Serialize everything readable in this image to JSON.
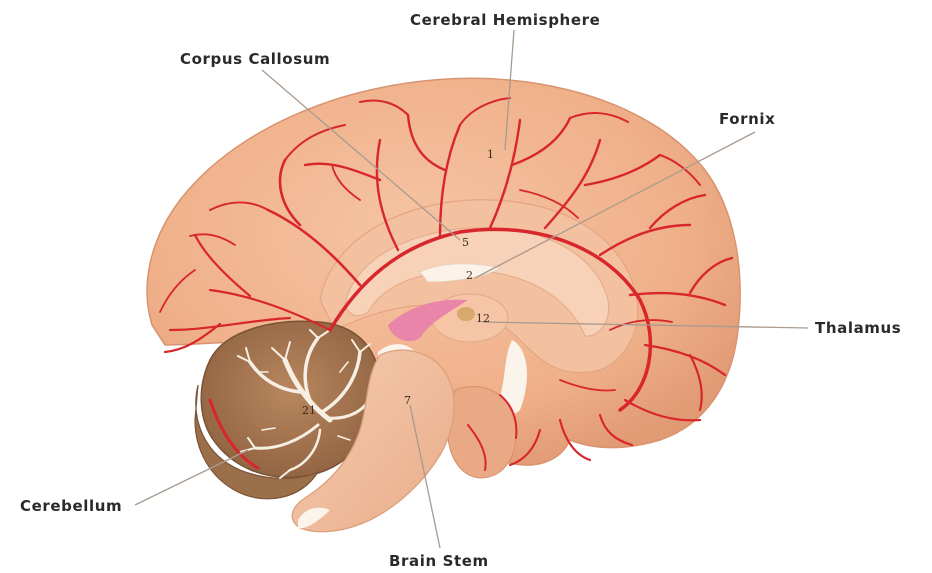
{
  "labels": {
    "cerebral_hemisphere": "Cerebral Hemisphere",
    "corpus_callosum": "Corpus Callosum",
    "fornix": "Fornix",
    "thalamus": "Thalamus",
    "cerebellum": "Cerebellum",
    "brain_stem": "Brain Stem"
  },
  "markers": {
    "cerebral_hemisphere": "1",
    "corpus_callosum": "5",
    "fornix": "2",
    "thalamus": "12",
    "cerebellum": "21",
    "brain_stem": "7"
  },
  "colors": {
    "cortex": "#f0b48f",
    "cortex_shade": "#e39f7b",
    "inner_tissue": "#f4c2a3",
    "vessels": "#d8262c",
    "cerebellum": "#a97a55",
    "arbor_vitae": "#f7efe3",
    "leader_lines": "#a89a8e"
  }
}
